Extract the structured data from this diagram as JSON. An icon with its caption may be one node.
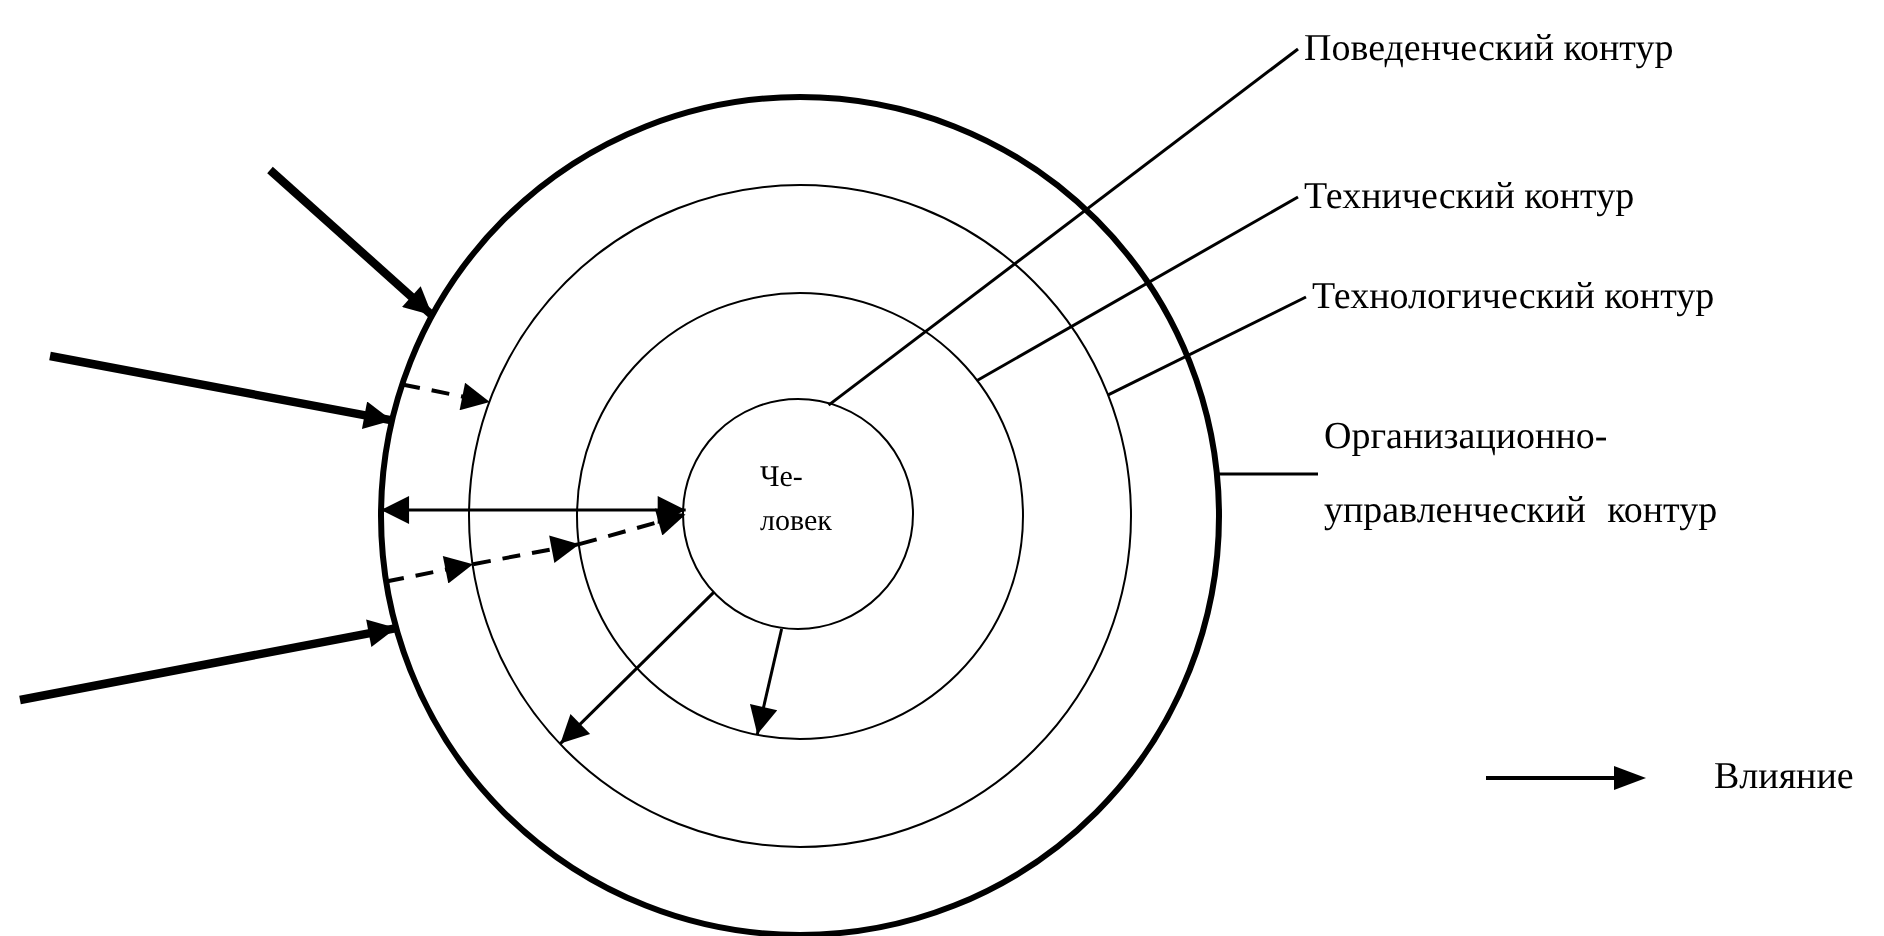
{
  "diagram": {
    "nodes": [
      {
        "text": [],
        "shape": "circle"
      },
      {
        "text": [],
        "shape": "circle",
        "in": 0
      },
      {
        "text": [],
        "shape": "circle",
        "in": 1
      },
      {
        "text": [
          "Че- ловек"
        ],
        "in": 2
      },
      {
        "text": [
          "Поведенческий контур"
        ]
      },
      {
        "text": [
          "Технический контур"
        ]
      },
      {
        "text": [
          "Технологический контур"
        ]
      },
      {
        "text": [
          "Организационно- управленческий контур"
        ]
      }
    ],
    "edges": [
      {
        "from": null,
        "to": 0,
        "arrow": "to",
        "style": "thick"
      },
      {
        "from": null,
        "to": 0,
        "arrow": "to",
        "style": "thick"
      },
      {
        "from": null,
        "to": 0,
        "arrow": "to",
        "style": "thick"
      },
      {
        "from": 0,
        "to": 1,
        "arrow": "to",
        "style": "dashed"
      },
      {
        "from": 3,
        "to": 0,
        "arrow": "both"
      },
      {
        "from": 0,
        "to": 1,
        "arrow": "to",
        "style": "dashed"
      },
      {
        "from": 1,
        "to": 2,
        "arrow": "to",
        "style": "dashed"
      },
      {
        "from": 2,
        "to": 3,
        "arrow": "to",
        "style": "dashed"
      },
      {
        "from": 3,
        "to": 1,
        "arrow": "to"
      },
      {
        "from": 3,
        "to": 2,
        "arrow": "to"
      },
      {
        "from": 4,
        "to": 3,
        "arrow": "none"
      },
      {
        "from": 5,
        "to": 2,
        "arrow": "none"
      },
      {
        "from": 6,
        "to": 1,
        "arrow": "none"
      },
      {
        "from": 7,
        "to": 0,
        "arrow": "none"
      }
    ],
    "legend": [
      {
        "text": "Влияние"
      }
    ]
  }
}
